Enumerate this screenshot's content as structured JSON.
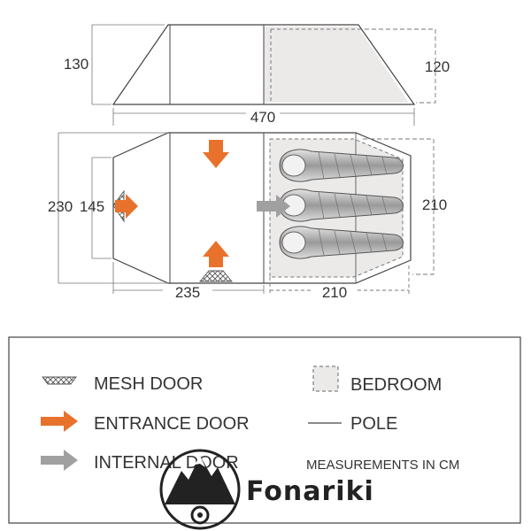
{
  "dimensions": {
    "side_height_living": "130",
    "side_height_bedroom": "120",
    "total_length": "470",
    "total_width": "230",
    "door_width": "145",
    "bedroom_width": "210",
    "living_length": "235",
    "bedroom_length": "210"
  },
  "legend": {
    "mesh_door": "MESH DOOR",
    "entrance_door": "ENTRANCE DOOR",
    "internal_door": "INTERNAL DOOR",
    "bedroom": "BEDROOM",
    "pole": "POLE",
    "units": "MEASUREMENTS IN CM"
  },
  "watermark": {
    "text": "Fonariki"
  },
  "colors": {
    "entrance_arrow": "#e8722c",
    "internal_arrow": "#a0a0a0",
    "bedroom_fill": "#ece9e9",
    "outline": "#444444",
    "bedroom_dash": "#777777"
  }
}
